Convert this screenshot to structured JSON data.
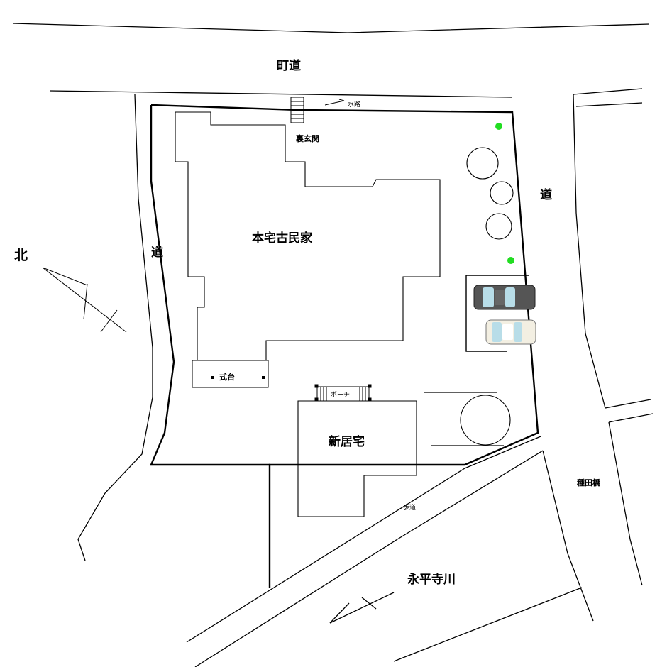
{
  "labels": {
    "town_road": "町道",
    "north": "北",
    "road_left": "道",
    "road_right": "道",
    "waterway": "水路",
    "back_entrance": "裏玄関",
    "main_house": "本宅古民家",
    "shikidai": "式台",
    "porch": "ポーチ",
    "new_house": "新居宅",
    "sidewalk": "歩道",
    "river": "永平寺川",
    "bridge": "種田橋"
  },
  "colors": {
    "line": "#000000",
    "tree_dot": "#22dd22",
    "car_dark": "#555555",
    "car_light": "#f3efe2",
    "car_glass": "#b8dde8"
  }
}
